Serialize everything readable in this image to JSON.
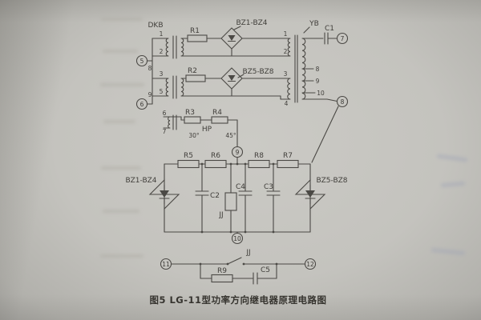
{
  "caption": "图5 LG-11型功率方向继电器原理电路图",
  "top": {
    "dkb": "DKB",
    "yb": "YB",
    "r1": "R1",
    "r2": "R2",
    "r3": "R3",
    "r4": "R4",
    "hp": "HP",
    "deg30": "30°",
    "deg45": "45°",
    "bridge1": "BZ1-BZ4",
    "bridge2": "BZ5-BZ8",
    "c1": "C1",
    "n1": "1",
    "n2": "2",
    "n3": "3",
    "n5": "5",
    "n6": "6",
    "n7": "7",
    "tap8": "8",
    "tap9": "9",
    "yb1": "1",
    "yb2": "2",
    "yb3": "3",
    "yb4": "4",
    "ybt8": "8",
    "ybt9": "9",
    "ybt10": "10",
    "t5": "5",
    "t6": "6",
    "t7": "7",
    "t8": "8"
  },
  "mid": {
    "r5": "R5",
    "r6": "R6",
    "r7": "R7",
    "r8": "R8",
    "c2": "C2",
    "c3": "C3",
    "c4": "C4",
    "jj": "JJ",
    "bridge_left": "BZ1-BZ4",
    "bridge_right": "BZ5-BZ8",
    "t9": "9",
    "t10": "10"
  },
  "bottom": {
    "jj": "JJ",
    "r9": "R9",
    "c5": "C5",
    "t11": "11",
    "t12": "12"
  }
}
